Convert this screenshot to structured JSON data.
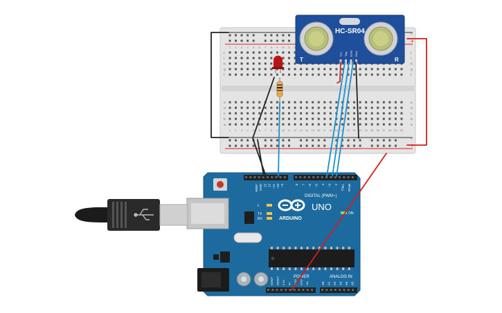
{
  "sensor": {
    "label": "HC-SR04",
    "corner_left": "T",
    "corner_right": "R",
    "pins": [
      "Vcc",
      "Trig",
      "Echo",
      "Gnd"
    ]
  },
  "breadboard": {
    "rail_plus": "+",
    "rail_minus": "-",
    "row_letters_top": [
      "j",
      "i",
      "h",
      "g",
      "f"
    ],
    "row_letters_bottom": [
      "e",
      "d",
      "c",
      "b",
      "a"
    ],
    "column_numbers": [
      "1",
      "2",
      "3",
      "4",
      "5",
      "6",
      "7",
      "8",
      "9",
      "10",
      "11",
      "12",
      "13",
      "14",
      "15",
      "16",
      "17",
      "18",
      "19",
      "20",
      "21",
      "22",
      "23",
      "24",
      "25",
      "26",
      "27",
      "28",
      "29",
      "30"
    ]
  },
  "arduino": {
    "logo_text": "ARDUINO",
    "model": "UNO",
    "digital_label": "DIGITAL (PWM~)",
    "digital_pins": [
      "AREF",
      "GND",
      "13",
      "12",
      "~11",
      "~10",
      "~9",
      "8",
      "7",
      "~6",
      "~5",
      "4",
      "~3",
      "2",
      "TX▸1",
      "RX◂0"
    ],
    "power_label": "POWER",
    "power_pins": [
      "IOREF",
      "RESET",
      "3.3V",
      "5V",
      "GND",
      "GND",
      "Vin"
    ],
    "analog_label": "ANALOG IN",
    "analog_pins": [
      "A0",
      "A1",
      "A2",
      "A3",
      "A4",
      "A5"
    ],
    "led_labels": [
      "L",
      "TX",
      "RX"
    ],
    "on_label": "ON"
  },
  "colors": {
    "board_blue": "#1c6a9e",
    "breadboard": "#e4e4e4",
    "sensor_blue": "#1f4e9b",
    "wire_red": "#d21f1f",
    "wire_black": "#222222",
    "wire_blue": "#1a8fc9",
    "led_red": "#b81515"
  }
}
